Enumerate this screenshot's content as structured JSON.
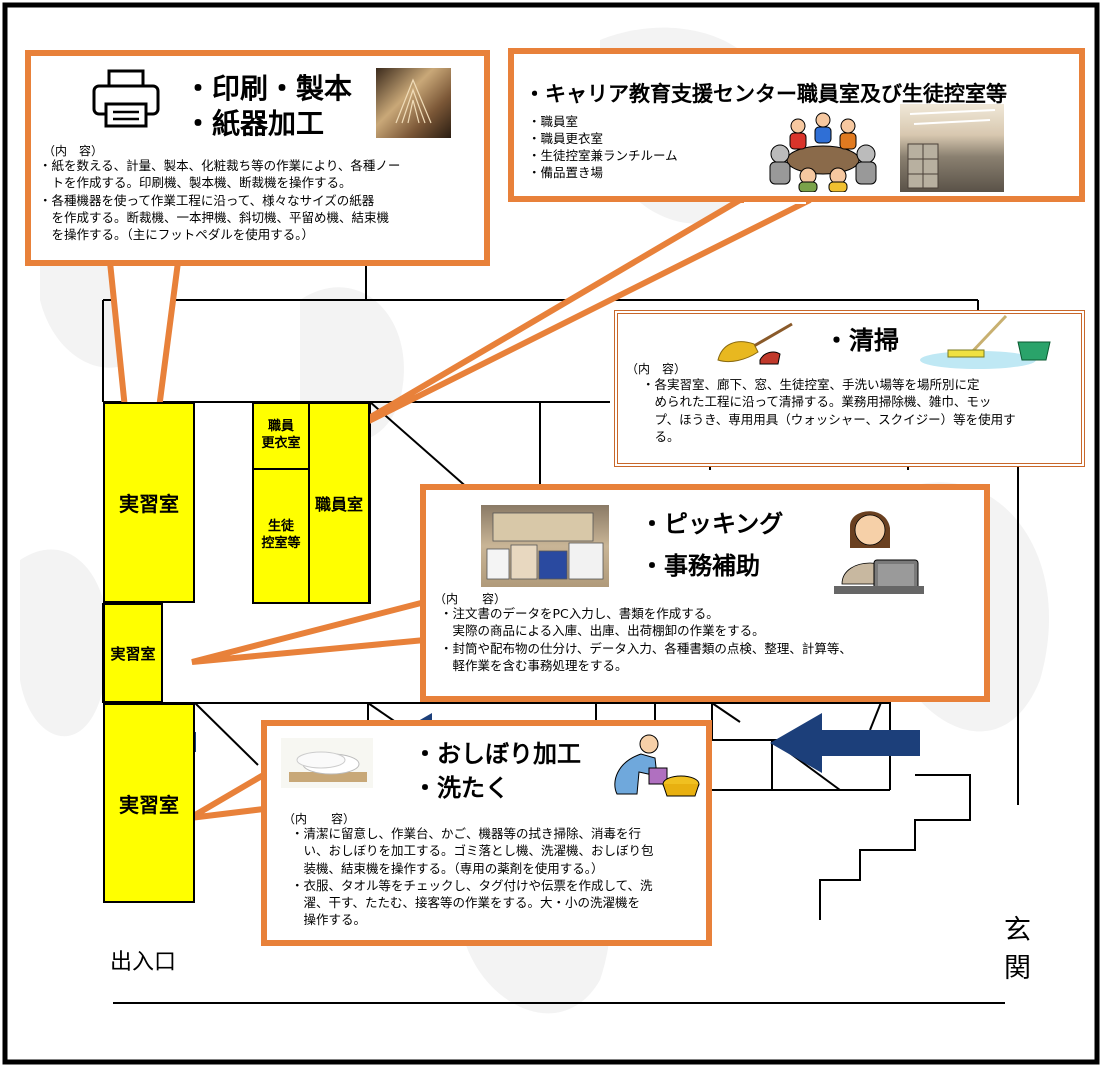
{
  "rooms": {
    "jisshu1": "実習室",
    "shokuin_koui": "職員\n更衣室",
    "seito_hikae": "生徒\n控室等",
    "shokuin": "職員室",
    "jisshu2": "実習室",
    "jisshu3": "実習室"
  },
  "callouts": {
    "print": {
      "title1": "・印刷・製本",
      "title2": "・紙器加工",
      "content_label": "（内　容）",
      "body": "・紙を数える、計量、製本、化粧裁ち等の作業により、各種ノー\n　トを作成する。印刷機、製本機、断裁機を操作する。\n・各種機器を使って作業工程に沿って、様々なサイズの紙器\n　を作成する。断裁機、一本押機、斜切機、平留め機、結束機\n　を操作する。（主にフットペダルを使用する。）"
    },
    "career": {
      "title": "・キャリア教育支援センター職員室及び生徒控室等",
      "items": [
        "・職員室",
        "・職員更衣室",
        "・生徒控室兼ランチルーム",
        "・備品置き場"
      ]
    },
    "cleaning": {
      "title": "・清掃",
      "content_label": "（内　容）",
      "body": "・各実習室、廊下、窓、生徒控室、手洗い場等を場所別に定\n　められた工程に沿って清掃する。業務用掃除機、雑巾、モッ\n　プ、ほうき、専用用具（ウォッシャー、スクイジー）等を使用す\n　る。"
    },
    "picking": {
      "title1": "・ピッキング",
      "title2": "・事務補助",
      "content_label": "（内　　容）",
      "body": "・注文書のデータをPC入力し、書類を作成する。\n　実際の商品による入庫、出庫、出荷棚卸の作業をする。\n・封筒や配布物の仕分け、データ入力、各種書類の点検、整理、計算等、\n　軽作業を含む事務処理をする。"
    },
    "oshibori": {
      "title1": "・おしぼり加工",
      "title2": "・洗たく",
      "content_label": "（内　　容）",
      "body": "・清潔に留意し、作業台、かご、機器等の拭き掃除、消毒を行\n　い、おしぼりを加工する。ゴミ落とし機、洗濯機、おしぼり包\n　装機、結束機を操作する。（専用の薬剤を使用する。）\n・衣服、タオル等をチェックし、タグ付けや伝票を作成して、洗\n　濯、干す、たたむ、接客等の作業をする。大・小の洗濯機を\n　操作する。"
    }
  },
  "labels": {
    "exit": "出入口",
    "entrance": "玄\n関"
  },
  "colors": {
    "callout_border": "#e8813a",
    "room_fill": "#ffff00",
    "arrow": "#1c3f7a"
  },
  "icons": [
    "printer-icon",
    "people-meeting-icon",
    "broom-icon",
    "mop-icon",
    "office-worker-icon",
    "washing-person-icon"
  ]
}
